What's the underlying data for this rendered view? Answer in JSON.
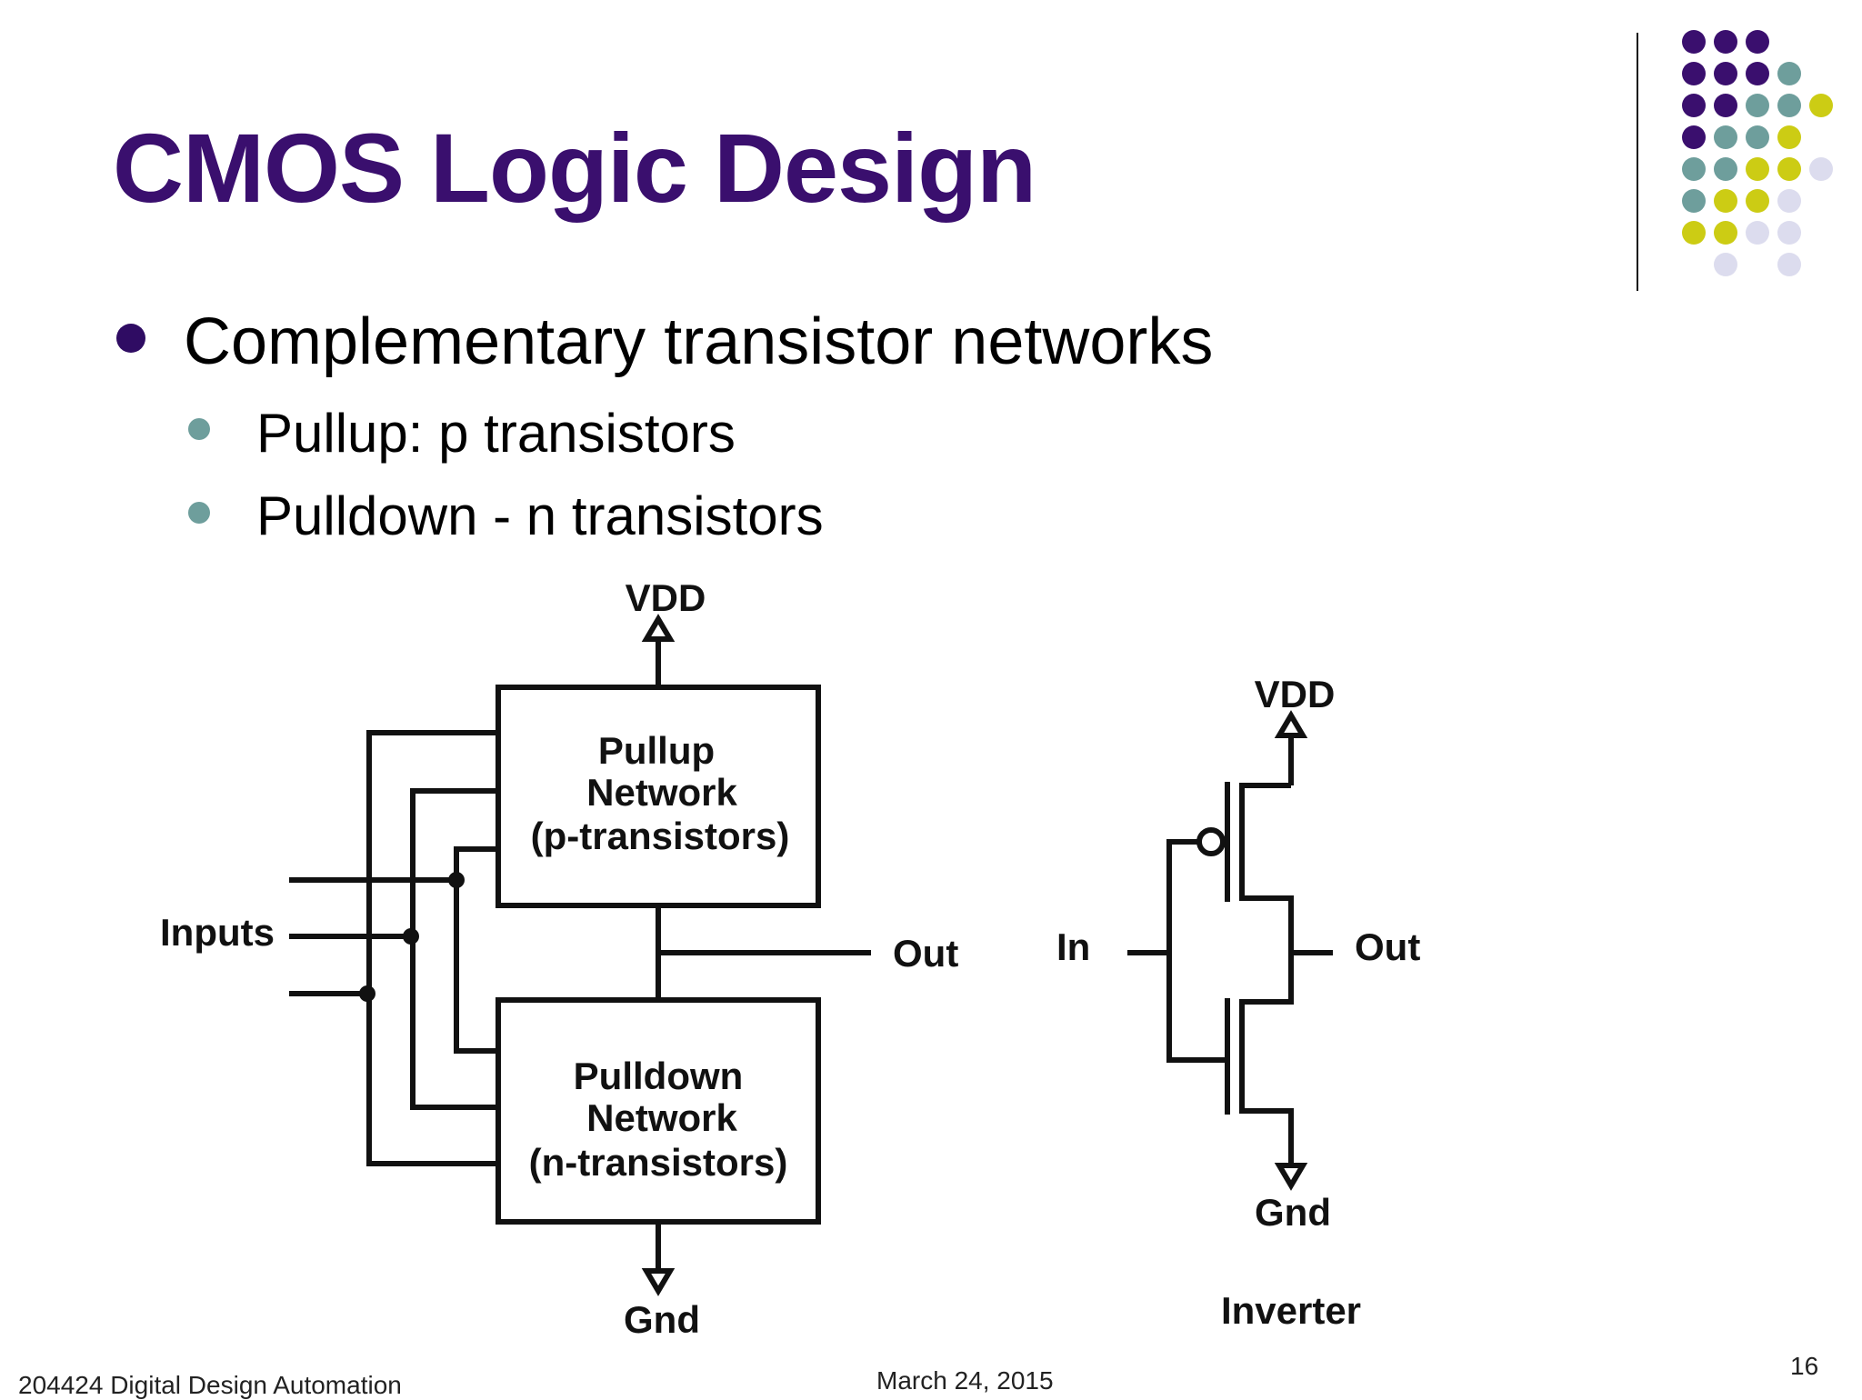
{
  "slide": {
    "title": "CMOS Logic Design",
    "bullets": [
      {
        "text": "Complementary transistor networks",
        "level": 1
      },
      {
        "text": "Pullup: p transistors",
        "level": 2
      },
      {
        "text": "Pulldown - n transistors",
        "level": 2
      }
    ]
  },
  "diagram_general": {
    "vdd_label": "VDD",
    "gnd_label": "Gnd",
    "inputs_label": "Inputs",
    "out_label": "Out",
    "pullup_lines": [
      "Pullup",
      "Network",
      "(p-transistors)"
    ],
    "pulldown_lines": [
      "Pulldown",
      "Network",
      "(n-transistors)"
    ]
  },
  "diagram_inverter": {
    "vdd_label": "VDD",
    "gnd_label": "Gnd",
    "in_label": "In",
    "out_label": "Out",
    "caption": "Inverter"
  },
  "footer": {
    "course": "204424 Digital Design Automation",
    "date": "March 24, 2015",
    "page_number": "16"
  },
  "theme": {
    "title_color": "#3a0f6e",
    "accent_purple": "#3a0f6e",
    "accent_teal": "#6e9e9c",
    "accent_yellow": "#cccc14",
    "accent_lavender": "#dcdcee"
  }
}
